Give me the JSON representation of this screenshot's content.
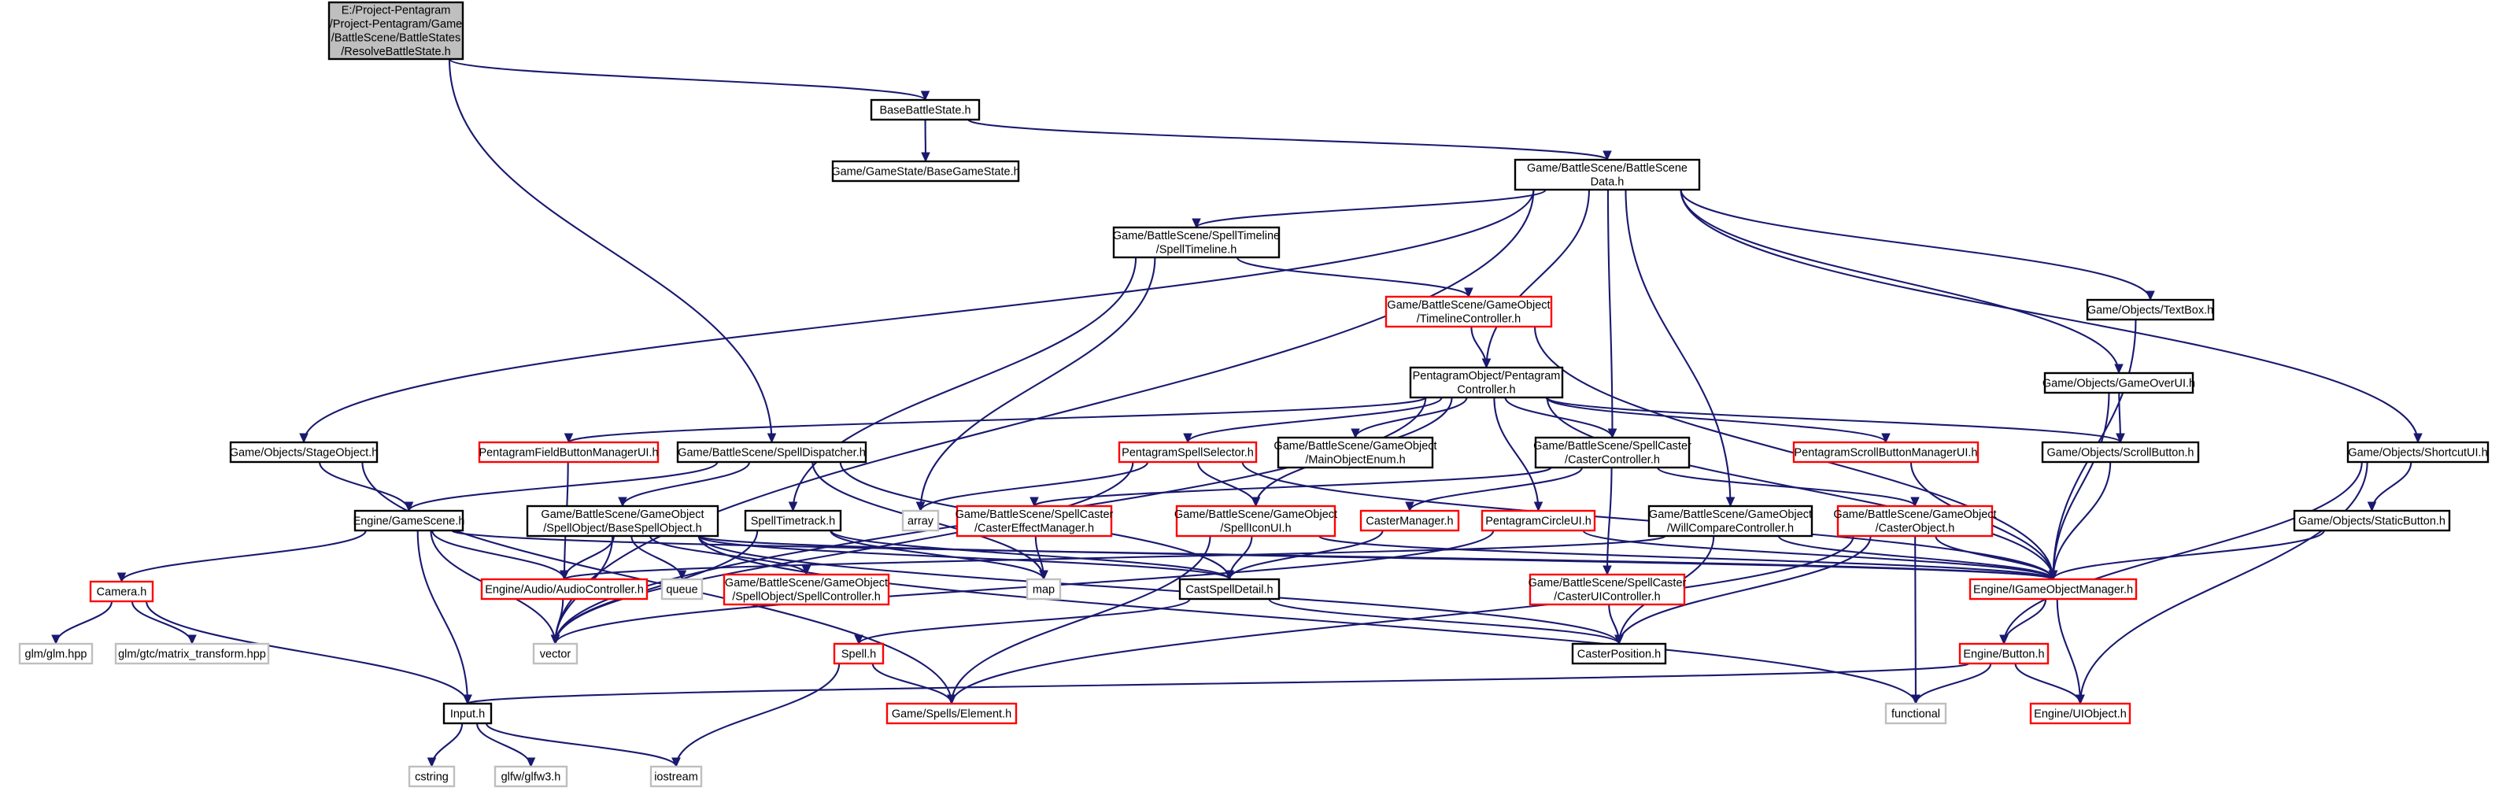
{
  "colors": {
    "edge": "#191970",
    "root_fill": "#bfbfbf",
    "root_border": "#000000",
    "normal_border": "#000000",
    "truncated_border": "#ff0000",
    "external_border": "#bfbfbf",
    "node_fill": "#ffffff"
  },
  "nodes": [
    {
      "id": "resolve",
      "lines": [
        "E:/Project-Pentagram",
        "/Project-Pentagram/Game",
        "/BattleScene/BattleStates",
        "/ResolveBattleState.h"
      ],
      "kind": "root"
    },
    {
      "id": "basebattlestate",
      "lines": [
        "BaseBattleState.h"
      ],
      "kind": "normal"
    },
    {
      "id": "basegamestate",
      "lines": [
        "Game/GameState/BaseGameState.h"
      ],
      "kind": "normal"
    },
    {
      "id": "battlescenedata",
      "lines": [
        "Game/BattleScene/BattleScene",
        "Data.h"
      ],
      "kind": "normal"
    },
    {
      "id": "spelltimeline",
      "lines": [
        "Game/BattleScene/SpellTimeline",
        "/SpellTimeline.h"
      ],
      "kind": "normal"
    },
    {
      "id": "timelinecontroller",
      "lines": [
        "Game/BattleScene/GameObject",
        "/TimelineController.h"
      ],
      "kind": "truncated"
    },
    {
      "id": "textbox",
      "lines": [
        "Game/Objects/TextBox.h"
      ],
      "kind": "normal"
    },
    {
      "id": "pentagramcontroller",
      "lines": [
        "PentagramObject/Pentagram",
        "Controller.h"
      ],
      "kind": "normal"
    },
    {
      "id": "gameoverui",
      "lines": [
        "Game/Objects/GameOverUI.h"
      ],
      "kind": "normal"
    },
    {
      "id": "stageobject",
      "lines": [
        "Game/Objects/StageObject.h"
      ],
      "kind": "normal"
    },
    {
      "id": "fieldbuttonmgr",
      "lines": [
        "PentagramFieldButtonManagerUI.h"
      ],
      "kind": "truncated"
    },
    {
      "id": "spelldispatcher",
      "lines": [
        "Game/BattleScene/SpellDispatcher.h"
      ],
      "kind": "normal"
    },
    {
      "id": "spellselector",
      "lines": [
        "PentagramSpellSelector.h"
      ],
      "kind": "truncated"
    },
    {
      "id": "mainobjectenum",
      "lines": [
        "Game/BattleScene/GameObject",
        "/MainObjectEnum.h"
      ],
      "kind": "normal"
    },
    {
      "id": "castercontroller",
      "lines": [
        "Game/BattleScene/SpellCaster",
        "/CasterController.h"
      ],
      "kind": "normal"
    },
    {
      "id": "scrollbtnmgr",
      "lines": [
        "PentagramScrollButtonManagerUI.h"
      ],
      "kind": "truncated"
    },
    {
      "id": "scrollbutton",
      "lines": [
        "Game/Objects/ScrollButton.h"
      ],
      "kind": "normal"
    },
    {
      "id": "shortcutui",
      "lines": [
        "Game/Objects/ShortcutUI.h"
      ],
      "kind": "normal"
    },
    {
      "id": "gamescene",
      "lines": [
        "Engine/GameScene.h"
      ],
      "kind": "normal"
    },
    {
      "id": "basespellobject",
      "lines": [
        "Game/BattleScene/GameObject",
        "/SpellObject/BaseSpellObject.h"
      ],
      "kind": "normal"
    },
    {
      "id": "spelltimetrack",
      "lines": [
        "SpellTimetrack.h"
      ],
      "kind": "normal"
    },
    {
      "id": "array",
      "lines": [
        "array"
      ],
      "kind": "external"
    },
    {
      "id": "castereffectmgr",
      "lines": [
        "Game/BattleScene/SpellCaster",
        "/CasterEffectManager.h"
      ],
      "kind": "truncated"
    },
    {
      "id": "spelliconui",
      "lines": [
        "Game/BattleScene/GameObject",
        "/SpellIconUI.h"
      ],
      "kind": "truncated"
    },
    {
      "id": "castermanager",
      "lines": [
        "CasterManager.h"
      ],
      "kind": "truncated"
    },
    {
      "id": "circleui",
      "lines": [
        "PentagramCircleUI.h"
      ],
      "kind": "truncated"
    },
    {
      "id": "willcompare",
      "lines": [
        "Game/BattleScene/GameObject",
        "/WillCompareController.h"
      ],
      "kind": "normal"
    },
    {
      "id": "casterobject",
      "lines": [
        "Game/BattleScene/GameObject",
        "/CasterObject.h"
      ],
      "kind": "truncated"
    },
    {
      "id": "staticbutton",
      "lines": [
        "Game/Objects/StaticButton.h"
      ],
      "kind": "normal"
    },
    {
      "id": "camera",
      "lines": [
        "Camera.h"
      ],
      "kind": "truncated"
    },
    {
      "id": "audiocontroller",
      "lines": [
        "Engine/Audio/AudioController.h"
      ],
      "kind": "truncated"
    },
    {
      "id": "queue",
      "lines": [
        "queue"
      ],
      "kind": "external"
    },
    {
      "id": "spellcontroller",
      "lines": [
        "Game/BattleScene/GameObject",
        "/SpellObject/SpellController.h"
      ],
      "kind": "truncated"
    },
    {
      "id": "map",
      "lines": [
        "map"
      ],
      "kind": "external"
    },
    {
      "id": "castspelldetail",
      "lines": [
        "CastSpellDetail.h"
      ],
      "kind": "normal"
    },
    {
      "id": "casteruicontroller",
      "lines": [
        "Game/BattleScene/SpellCaster",
        "/CasterUIController.h"
      ],
      "kind": "truncated"
    },
    {
      "id": "igameobjectmgr",
      "lines": [
        "Engine/IGameObjectManager.h"
      ],
      "kind": "truncated"
    },
    {
      "id": "glm",
      "lines": [
        "glm/glm.hpp"
      ],
      "kind": "external"
    },
    {
      "id": "glmtransform",
      "lines": [
        "glm/gtc/matrix_transform.hpp"
      ],
      "kind": "external"
    },
    {
      "id": "vector",
      "lines": [
        "vector"
      ],
      "kind": "external"
    },
    {
      "id": "casterposition",
      "lines": [
        "CasterPosition.h"
      ],
      "kind": "normal"
    },
    {
      "id": "spell",
      "lines": [
        "Spell.h"
      ],
      "kind": "truncated"
    },
    {
      "id": "button",
      "lines": [
        "Engine/Button.h"
      ],
      "kind": "truncated"
    },
    {
      "id": "input",
      "lines": [
        "Input.h"
      ],
      "kind": "normal"
    },
    {
      "id": "element",
      "lines": [
        "Game/Spells/Element.h"
      ],
      "kind": "truncated"
    },
    {
      "id": "functional",
      "lines": [
        "functional"
      ],
      "kind": "external"
    },
    {
      "id": "uiobject",
      "lines": [
        "Engine/UIObject.h"
      ],
      "kind": "truncated"
    },
    {
      "id": "cstring",
      "lines": [
        "cstring"
      ],
      "kind": "external"
    },
    {
      "id": "glfw",
      "lines": [
        "glfw/glfw3.h"
      ],
      "kind": "external"
    },
    {
      "id": "iostream",
      "lines": [
        "iostream"
      ],
      "kind": "external"
    }
  ],
  "edges": [
    [
      "resolve",
      "basebattlestate"
    ],
    [
      "resolve",
      "spelldispatcher"
    ],
    [
      "basebattlestate",
      "basegamestate"
    ],
    [
      "basebattlestate",
      "battlescenedata"
    ],
    [
      "battlescenedata",
      "spelltimeline"
    ],
    [
      "battlescenedata",
      "pentagramcontroller"
    ],
    [
      "battlescenedata",
      "textbox"
    ],
    [
      "battlescenedata",
      "gameoverui"
    ],
    [
      "battlescenedata",
      "stageobject"
    ],
    [
      "battlescenedata",
      "castercontroller"
    ],
    [
      "battlescenedata",
      "willcompare"
    ],
    [
      "battlescenedata",
      "shortcutui"
    ],
    [
      "battlescenedata",
      "vector"
    ],
    [
      "spelltimeline",
      "timelinecontroller"
    ],
    [
      "spelltimeline",
      "spelltimetrack"
    ],
    [
      "spelltimeline",
      "array"
    ],
    [
      "timelinecontroller",
      "pentagramcontroller"
    ],
    [
      "timelinecontroller",
      "igameobjectmgr"
    ],
    [
      "pentagramcontroller",
      "fieldbuttonmgr"
    ],
    [
      "pentagramcontroller",
      "spellselector"
    ],
    [
      "pentagramcontroller",
      "mainobjectenum"
    ],
    [
      "pentagramcontroller",
      "castercontroller"
    ],
    [
      "pentagramcontroller",
      "scrollbtnmgr"
    ],
    [
      "pentagramcontroller",
      "scrollbutton"
    ],
    [
      "pentagramcontroller",
      "circleui"
    ],
    [
      "pentagramcontroller",
      "spelliconui"
    ],
    [
      "pentagramcontroller",
      "igameobjectmgr"
    ],
    [
      "pentagramcontroller",
      "vector"
    ],
    [
      "textbox",
      "igameobjectmgr"
    ],
    [
      "gameoverui",
      "scrollbutton"
    ],
    [
      "gameoverui",
      "igameobjectmgr"
    ],
    [
      "stageobject",
      "gamescene"
    ],
    [
      "stageobject",
      "element"
    ],
    [
      "fieldbuttonmgr",
      "audiocontroller"
    ],
    [
      "spelldispatcher",
      "gamescene"
    ],
    [
      "spelldispatcher",
      "basespellobject"
    ],
    [
      "spelldispatcher",
      "castspelldetail"
    ],
    [
      "spelldispatcher",
      "map"
    ],
    [
      "spellselector",
      "spelliconui"
    ],
    [
      "spellselector",
      "array"
    ],
    [
      "spellselector",
      "vector"
    ],
    [
      "spellselector",
      "igameobjectmgr"
    ],
    [
      "castercontroller",
      "castereffectmgr"
    ],
    [
      "castercontroller",
      "castermanager"
    ],
    [
      "castercontroller",
      "casterobject"
    ],
    [
      "castercontroller",
      "casteruicontroller"
    ],
    [
      "scrollbtnmgr",
      "igameobjectmgr"
    ],
    [
      "scrollbutton",
      "igameobjectmgr"
    ],
    [
      "shortcutui",
      "staticbutton"
    ],
    [
      "shortcutui",
      "button"
    ],
    [
      "shortcutui",
      "uiobject"
    ],
    [
      "gamescene",
      "camera"
    ],
    [
      "gamescene",
      "audiocontroller"
    ],
    [
      "gamescene",
      "vector"
    ],
    [
      "gamescene",
      "input"
    ],
    [
      "gamescene",
      "igameobjectmgr"
    ],
    [
      "basespellobject",
      "audiocontroller"
    ],
    [
      "basespellobject",
      "queue"
    ],
    [
      "basespellobject",
      "spellcontroller"
    ],
    [
      "basespellobject",
      "castspelldetail"
    ],
    [
      "basespellobject",
      "casterposition"
    ],
    [
      "basespellobject",
      "functional"
    ],
    [
      "basespellobject",
      "vector"
    ],
    [
      "basespellobject",
      "igameobjectmgr"
    ],
    [
      "spelltimetrack",
      "castspelldetail"
    ],
    [
      "spelltimetrack",
      "map"
    ],
    [
      "spelltimetrack",
      "vector"
    ],
    [
      "castereffectmgr",
      "map"
    ],
    [
      "spelliconui",
      "castspelldetail"
    ],
    [
      "spelliconui",
      "element"
    ],
    [
      "spelliconui",
      "igameobjectmgr"
    ],
    [
      "castermanager",
      "castspelldetail"
    ],
    [
      "circleui",
      "vector"
    ],
    [
      "circleui",
      "igameobjectmgr"
    ],
    [
      "willcompare",
      "audiocontroller"
    ],
    [
      "willcompare",
      "casterposition"
    ],
    [
      "willcompare",
      "igameobjectmgr"
    ],
    [
      "casterobject",
      "casterposition"
    ],
    [
      "casterobject",
      "element"
    ],
    [
      "casterobject",
      "functional"
    ],
    [
      "casterobject",
      "igameobjectmgr"
    ],
    [
      "staticbutton",
      "igameobjectmgr"
    ],
    [
      "camera",
      "glm"
    ],
    [
      "camera",
      "glmtransform"
    ],
    [
      "camera",
      "input"
    ],
    [
      "audiocontroller",
      "vector"
    ],
    [
      "castspelldetail",
      "spell"
    ],
    [
      "castspelldetail",
      "casterposition"
    ],
    [
      "casteruicontroller",
      "casterposition"
    ],
    [
      "igameobjectmgr",
      "button"
    ],
    [
      "igameobjectmgr",
      "uiobject"
    ],
    [
      "spell",
      "element"
    ],
    [
      "spell",
      "iostream"
    ],
    [
      "button",
      "input"
    ],
    [
      "button",
      "functional"
    ],
    [
      "button",
      "uiobject"
    ],
    [
      "input",
      "cstring"
    ],
    [
      "input",
      "glfw"
    ],
    [
      "input",
      "iostream"
    ]
  ]
}
